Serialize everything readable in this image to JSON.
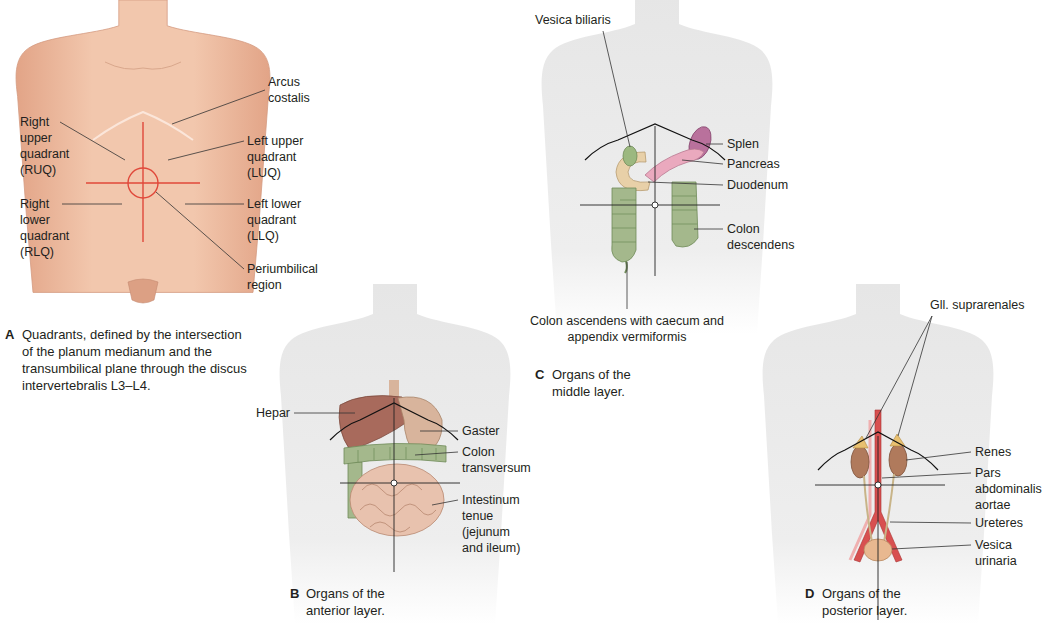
{
  "diagram": {
    "labels": [
      "Arcus costalis",
      "Right upper quadrant (RUQ)",
      "Left upper quadrant (LUQ)",
      "Right lower quadrant (RLQ)",
      "Left lower quadrant (LLQ)",
      "Periumbilical region",
      "A",
      "Quadrants, defined by the intersection of the planum medianum and the transumbilical plane through the discus intervertebralis L3–L4.",
      "Hepar",
      "Gaster",
      "Colon transversum",
      "Intestinum tenue (jejunum and ileum)",
      "B",
      "Organs of the anterior layer.",
      "Vesica biliaris",
      "Splen",
      "Pancreas",
      "Duodenum",
      "Colon descendens",
      "Colon ascendens with caecum and appendix vermiformis",
      "C",
      "Organs of the middle layer.",
      "Gll. suprarenales",
      "Renes",
      "Pars abdominalis aortae",
      "Ureteres",
      "Vesica urinaria",
      "D",
      "Organs of the posterior layer."
    ]
  }
}
